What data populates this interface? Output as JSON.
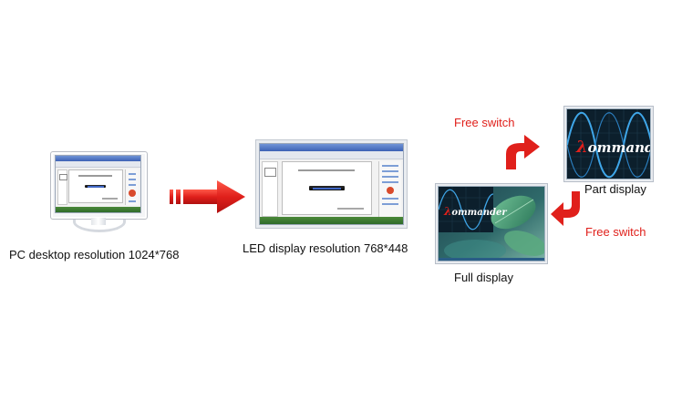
{
  "labels": {
    "pc": "PC desktop resolution 1024*768",
    "led": "LED display resolution 768*448",
    "full": "Full display",
    "part": "Part display",
    "switch_top": "Free switch",
    "switch_bottom": "Free switch"
  },
  "logo": {
    "text": "ommander"
  },
  "colors": {
    "arrow_red": "#e0201b",
    "label_red": "#e0201b",
    "wave_blue": "#3fa6e8",
    "screen_dark": "#0c1f2c",
    "leaf_green": "#4f9a7c"
  },
  "icons": {
    "big_arrow": "right-arrow-icon",
    "curved_arrows": "curved-arrow-icon"
  }
}
